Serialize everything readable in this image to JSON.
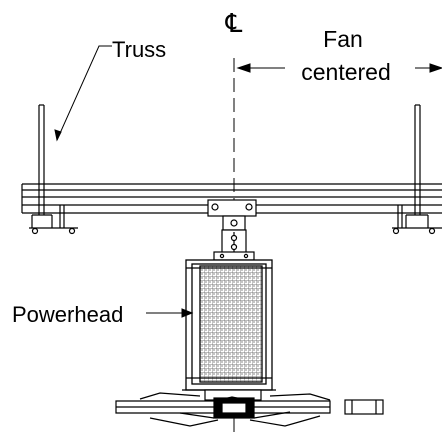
{
  "diagram": {
    "labels": {
      "centerline": "℄",
      "truss": "Truss",
      "fan_line1": "Fan",
      "fan_line2": "centered",
      "powerhead": "Powerhead"
    },
    "colors": {
      "ink": "#000000",
      "mesh": "#7a7a7a",
      "background": "#ffffff"
    }
  }
}
